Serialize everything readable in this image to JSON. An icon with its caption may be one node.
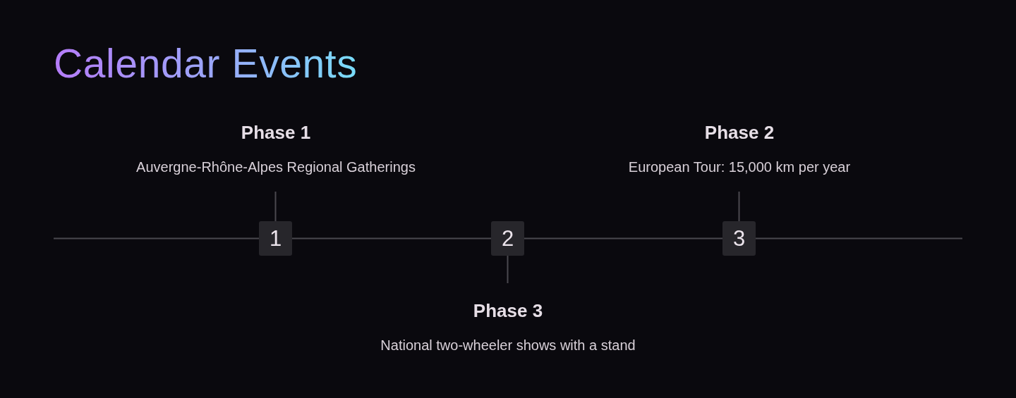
{
  "diagram": {
    "title": "Calendar Events",
    "nodes": [
      {
        "text": [
          "Phase 1",
          "Auvergne-Rhône-Alpes Regional Gatherings"
        ]
      },
      {
        "text": [
          "Phase 2",
          "European Tour: 15,000 km per year"
        ]
      },
      {
        "text": [
          "1"
        ]
      },
      {
        "text": [
          "2"
        ]
      },
      {
        "text": [
          "3"
        ]
      },
      {
        "text": [
          "Phase 3",
          "National two-wheeler shows with a stand"
        ]
      }
    ],
    "edges": [
      {
        "from": 2,
        "to": 0,
        "arrow": "none"
      },
      {
        "from": 4,
        "to": 1,
        "arrow": "none"
      },
      {
        "from": 2,
        "to": 3,
        "arrow": "none"
      },
      {
        "from": 3,
        "to": 4,
        "arrow": "none"
      },
      {
        "from": 3,
        "to": 5,
        "arrow": "none"
      }
    ]
  }
}
